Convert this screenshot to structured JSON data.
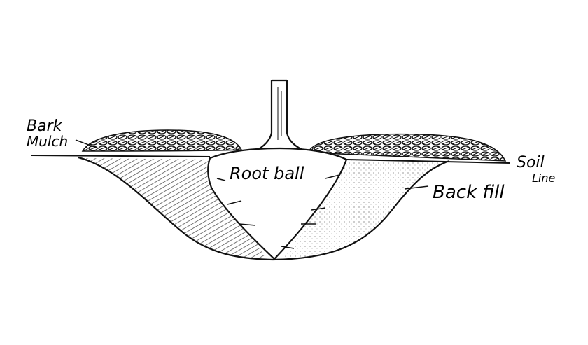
{
  "diagram": {
    "labels": {
      "bark": "Bark",
      "mulch": "Mulch",
      "soil": "Soil",
      "line": "Line",
      "root_ball": "Root ball",
      "backfill": "Back fill"
    },
    "colors": {
      "ink": "#111111",
      "paper": "#ffffff",
      "hatch": "#333333"
    }
  }
}
